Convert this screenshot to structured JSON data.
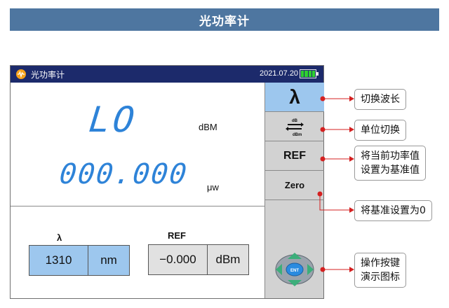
{
  "banner": {
    "title": "光功率计"
  },
  "titlebar": {
    "app_title": "光功率计",
    "date": "2021.07.20"
  },
  "readings": {
    "main_value": "LO",
    "main_unit": "dBM",
    "sub_value": "000.000",
    "sub_unit": "μw"
  },
  "wavelength": {
    "label": "λ",
    "value": "1310",
    "unit": "nm"
  },
  "reference": {
    "label": "REF",
    "value": "−0.000",
    "unit": "dBm"
  },
  "sidebar": {
    "lambda_label": "λ",
    "unit_icon_top": "dB",
    "unit_icon_bottom": "dBm",
    "ref_label": "REF",
    "zero_label": "Zero",
    "ent_label": "ENT"
  },
  "callouts": {
    "lambda": "切换波长",
    "unit": "单位切换",
    "ref_line1": "将当前功率值",
    "ref_line2": "设置为基准值",
    "zero": "将基准设置为0",
    "keys_line1": "操作按键",
    "keys_line2": "演示图标"
  },
  "colors": {
    "banner": "#4e76a0",
    "titlebar": "#1c2a6b",
    "reading": "#2e83d8",
    "highlight": "#9dc7ee",
    "pointer": "#d42020"
  }
}
